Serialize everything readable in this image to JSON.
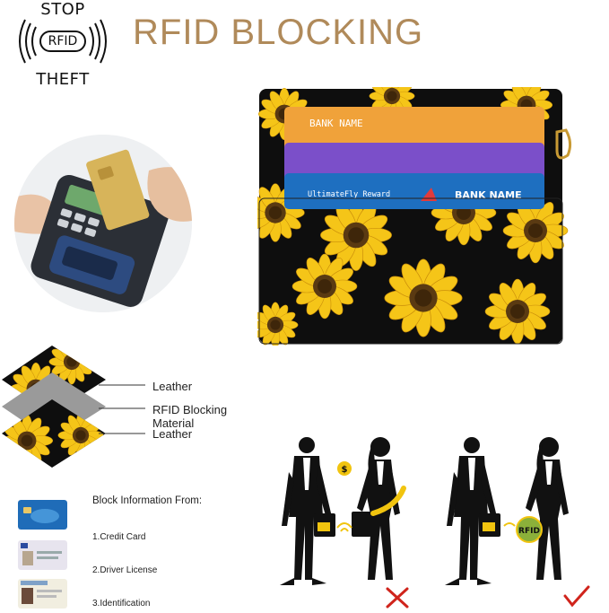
{
  "badge": {
    "top": "STOP",
    "center": "RFID",
    "bottom": "THEFT"
  },
  "title": "RFID BLOCKING",
  "wallet": {
    "card1_bank": "BANK NAME",
    "card3_brand": "UltimateFly Reward",
    "card3_bank": "BANK NAME"
  },
  "layers": {
    "labels": [
      "Leather",
      "RFID Blocking Material",
      "Leather"
    ]
  },
  "block_info": {
    "heading": "Block Information From:",
    "items": [
      "1.Credit Card",
      "2.Driver License",
      "3.Identification"
    ]
  },
  "scenes": {
    "symbol": "$",
    "shield_label": "RFID"
  },
  "colors": {
    "title": "#b08a5a",
    "card_orange": "#f0a23a",
    "card_purple": "#7b4fc9",
    "card_blue": "#1e6fc0",
    "sunflower_petal": "#f5c518",
    "sunflower_center": "#5a3a12",
    "wallet_bg": "#0e0e0e",
    "cross_red": "#d0241c",
    "check_red": "#d0241c"
  }
}
